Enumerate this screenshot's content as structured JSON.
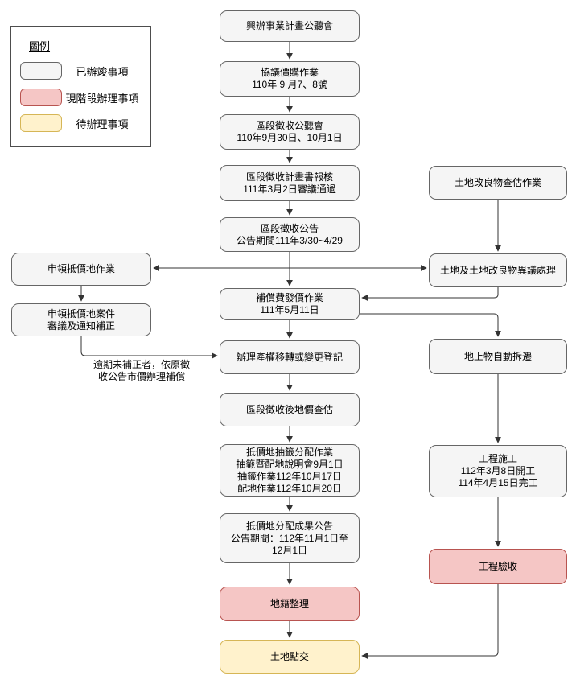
{
  "legend": {
    "title": "圖例",
    "items": [
      {
        "label": "已辦竣事項",
        "fill": "#f5f5f5",
        "stroke": "#666666"
      },
      {
        "label": "現階段辦理事項",
        "fill": "#f5c6c5",
        "stroke": "#b85450"
      },
      {
        "label": "待辦理事項",
        "fill": "#fff2cc",
        "stroke": "#d6b656"
      }
    ]
  },
  "colors": {
    "completed_fill": "#f5f5f5",
    "completed_stroke": "#666666",
    "current_fill": "#f5c6c5",
    "current_stroke": "#b85450",
    "pending_fill": "#fff2cc",
    "pending_stroke": "#d6b656",
    "edge": "#333333"
  },
  "nodes": {
    "business_plan_hearing": {
      "lines": [
        "興辦事業計畫公聽會"
      ]
    },
    "negotiated_purchase": {
      "lines": [
        "協議價購作業",
        "110年 9 月7、8號"
      ]
    },
    "zone_hearing": {
      "lines": [
        "區段徵收公聽會",
        "110年9月30日、10月1日"
      ]
    },
    "plan_submission": {
      "lines": [
        "區段徵收計畫書報核",
        "111年3月2日審議通過"
      ]
    },
    "announcement": {
      "lines": [
        "區段徵收公告",
        "公告期間111年3/30~4/29"
      ]
    },
    "compensation_payment": {
      "lines": [
        "補償費發價作業",
        "111年5月11日"
      ]
    },
    "ownership_transfer": {
      "lines": [
        "辦理產權移轉或變更登記"
      ]
    },
    "post_price_appraisal": {
      "lines": [
        "區段徵收後地價查估"
      ]
    },
    "lottery_allocation": {
      "lines": [
        "抵價地抽籤分配作業",
        "抽籤暨配地說明會9月1日",
        "抽籤作業112年10月17日",
        "配地作業112年10月20日"
      ]
    },
    "allocation_announcement": {
      "lines": [
        "抵價地分配成果公告",
        "公告期間：112年11月1日至",
        "12月1日"
      ]
    },
    "cadastral_reorganization": {
      "lines": [
        "地籍整理"
      ]
    },
    "land_handover": {
      "lines": [
        "土地點交"
      ]
    },
    "land_application": {
      "lines": [
        "申領抵價地作業"
      ]
    },
    "application_review": {
      "lines": [
        "申領抵價地案件",
        "審議及通知補正"
      ]
    },
    "improvement_survey": {
      "lines": [
        "土地改良物查估作業"
      ]
    },
    "objection_handling": {
      "lines": [
        "土地及土地改良物異議處理"
      ]
    },
    "auto_demolition": {
      "lines": [
        "地上物自動拆遷"
      ]
    },
    "construction": {
      "lines": [
        "工程施工",
        "112年3月8日開工",
        "114年4月15日完工"
      ]
    },
    "acceptance": {
      "lines": [
        "工程驗收"
      ]
    }
  },
  "edge_label": {
    "lines": [
      "逾期未補正者，依原徵",
      "收公告市價辦理補償"
    ]
  }
}
